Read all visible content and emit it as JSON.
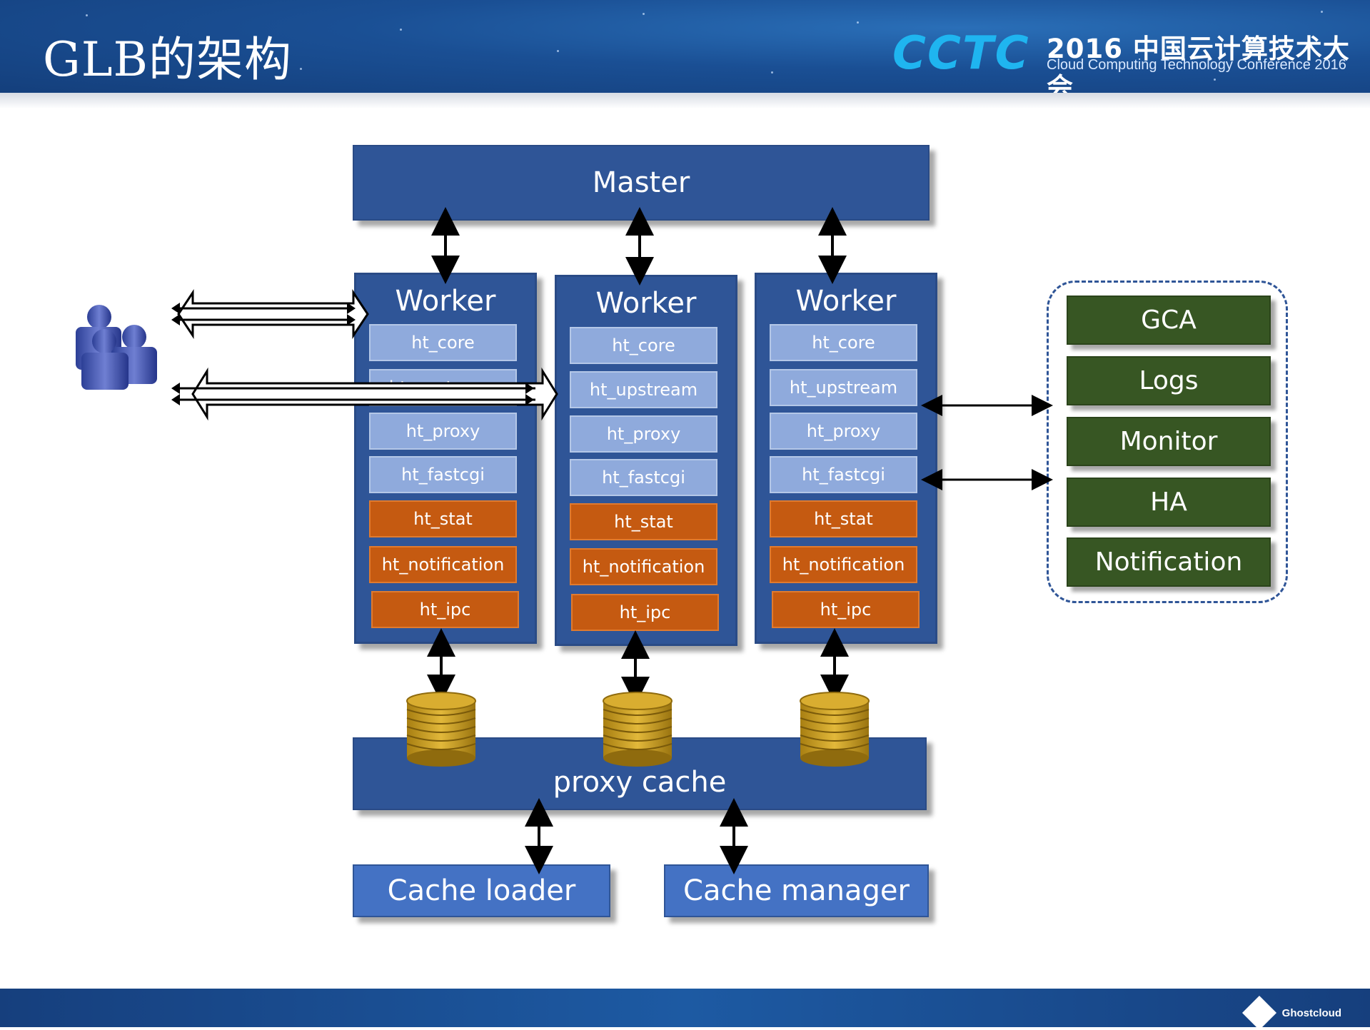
{
  "slide": {
    "title": "GLB的架构"
  },
  "conference": {
    "logo": "CCTC",
    "title": "2016 中国云计算技术大会",
    "subtitle": "Cloud Computing Technology Conference 2016"
  },
  "footer": {
    "brand": "Ghostcloud"
  },
  "diagram": {
    "master": "Master",
    "workers": [
      {
        "title": "Worker",
        "modules": [
          "ht_core",
          "ht_upstream",
          "ht_proxy",
          "ht_fastcgi",
          "ht_stat",
          "ht_notification",
          "ht_ipc"
        ]
      },
      {
        "title": "Worker",
        "modules": [
          "ht_core",
          "ht_upstream",
          "ht_proxy",
          "ht_fastcgi",
          "ht_stat",
          "ht_notification",
          "ht_ipc"
        ]
      },
      {
        "title": "Worker",
        "modules": [
          "ht_core",
          "ht_upstream",
          "ht_proxy",
          "ht_fastcgi",
          "ht_stat",
          "ht_notification",
          "ht_ipc"
        ]
      }
    ],
    "proxy_cache": "proxy cache",
    "cache_loader": "Cache loader",
    "cache_manager": "Cache manager",
    "services": [
      "GCA",
      "Logs",
      "Monitor",
      "HA",
      "Notification"
    ]
  },
  "colors": {
    "primary": "#2f5597",
    "module_blue": "#8faadc",
    "module_orange": "#c55a11",
    "service_green": "#375623",
    "cache_button": "#4472c4",
    "disk_gold": "#c9a227"
  },
  "icons": {
    "users": "users-icon",
    "disk": "disk-stack-icon"
  }
}
